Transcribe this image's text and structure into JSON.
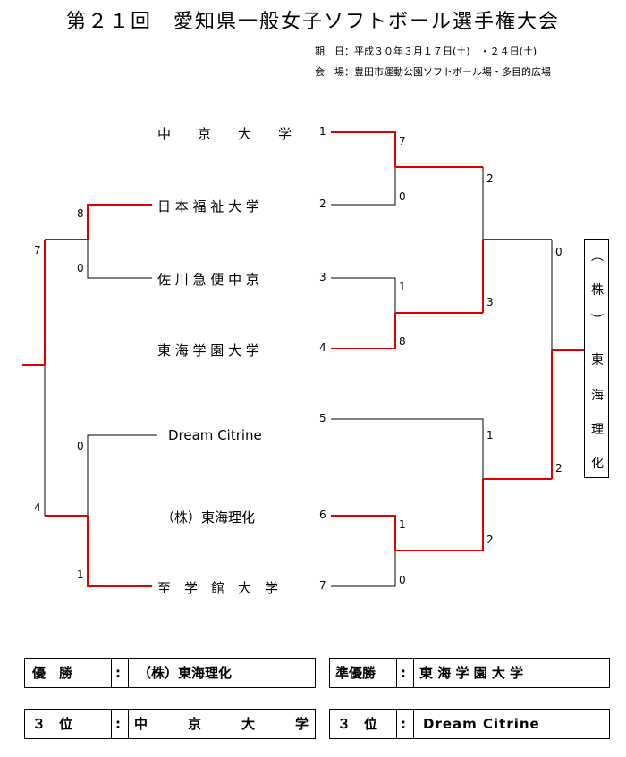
{
  "title": "第２１回　愛知県一般女子ソフトボール選手権大会",
  "dates": "期　日：平成３０年３月１７日(土)　・２４日(土)",
  "venue": "会　場：豊田市運動公園ソフトボール場・多目的広場",
  "teams": [
    {
      "seed": "1",
      "name": "中　　京　　大　　学"
    },
    {
      "seed": "2",
      "name": "日 本 福 祉 大 学"
    },
    {
      "seed": "3",
      "name": "佐 川 急 便 中 京"
    },
    {
      "seed": "4",
      "name": "東 海 学 園 大 学"
    },
    {
      "seed": "5",
      "name": "Dream Citrine"
    },
    {
      "seed": "6",
      "name": "（株）東海理化"
    },
    {
      "seed": "7",
      "name": "至　学　館　大　学"
    }
  ],
  "scores": {
    "r1_top": "7",
    "r1_bottom": "0",
    "r2_top": "1",
    "r2_bottom": "8",
    "r3_top": "1",
    "r3_bottom": "1",
    "r3_low": "0",
    "sf_right_top": "2",
    "sf_right_bottom": "3",
    "sf_right2_top": "1",
    "sf_right2_bottom": "2",
    "final_top": "0",
    "final_bottom": "2",
    "left_a_top": "8",
    "left_a_bottom": "0",
    "left_b_top": "0",
    "left_b_bottom": "1",
    "left_final_top": "7",
    "left_final_bottom": "4"
  },
  "winner_chars": [
    "︵",
    "株",
    "︶",
    "東",
    "海",
    "理",
    "化"
  ],
  "results": {
    "champion_label": "優　勝",
    "champion": "（株）東海理化",
    "runner_up_label": "準優勝",
    "runner_up": "東 海 学 園 大 学",
    "third1_label": "３　位",
    "third1": "中　　　京　　　大　　　学",
    "third2_label": "３　位",
    "third2": "Dream Citrine",
    "colon": ":"
  },
  "colors": {
    "win": "#e00000",
    "line": "#000000"
  }
}
